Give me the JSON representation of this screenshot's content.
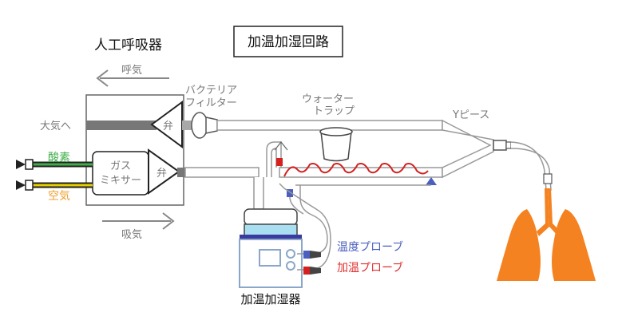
{
  "title": "加温加湿回路",
  "ventilator": {
    "label": "人工呼吸器",
    "exhale_label": "呼気",
    "inhale_label": "吸気",
    "to_atmosphere_label": "大気へ",
    "valve_label_top": "弁",
    "valve_label_bottom": "弁",
    "gas_mixer_line1": "ガス",
    "gas_mixer_line2": "ミキサー",
    "oxygen_label": "酸素",
    "air_label": "空気"
  },
  "circuit": {
    "bacteria_filter_line1": "バクテリア",
    "bacteria_filter_line2": "フィルター",
    "water_trap_line1": "ウォーター",
    "water_trap_line2": "トラップ",
    "y_piece_label": "Yピース"
  },
  "humidifier": {
    "label": "加温加湿器",
    "temp_probe_label": "温度プローブ",
    "heating_probe_label": "加温プローブ"
  },
  "colors": {
    "tube_gray": "#a8a8a8",
    "oxygen_green": "#3fae49",
    "air_yellow": "#e8d000",
    "heater_red": "#d42020",
    "lung_orange": "#f58220",
    "temp_probe_blue": "#4a5fc0",
    "heating_probe_red": "#e03030",
    "water_blue": "#a9dff0",
    "humidifier_outline": "#8aa6c8"
  }
}
